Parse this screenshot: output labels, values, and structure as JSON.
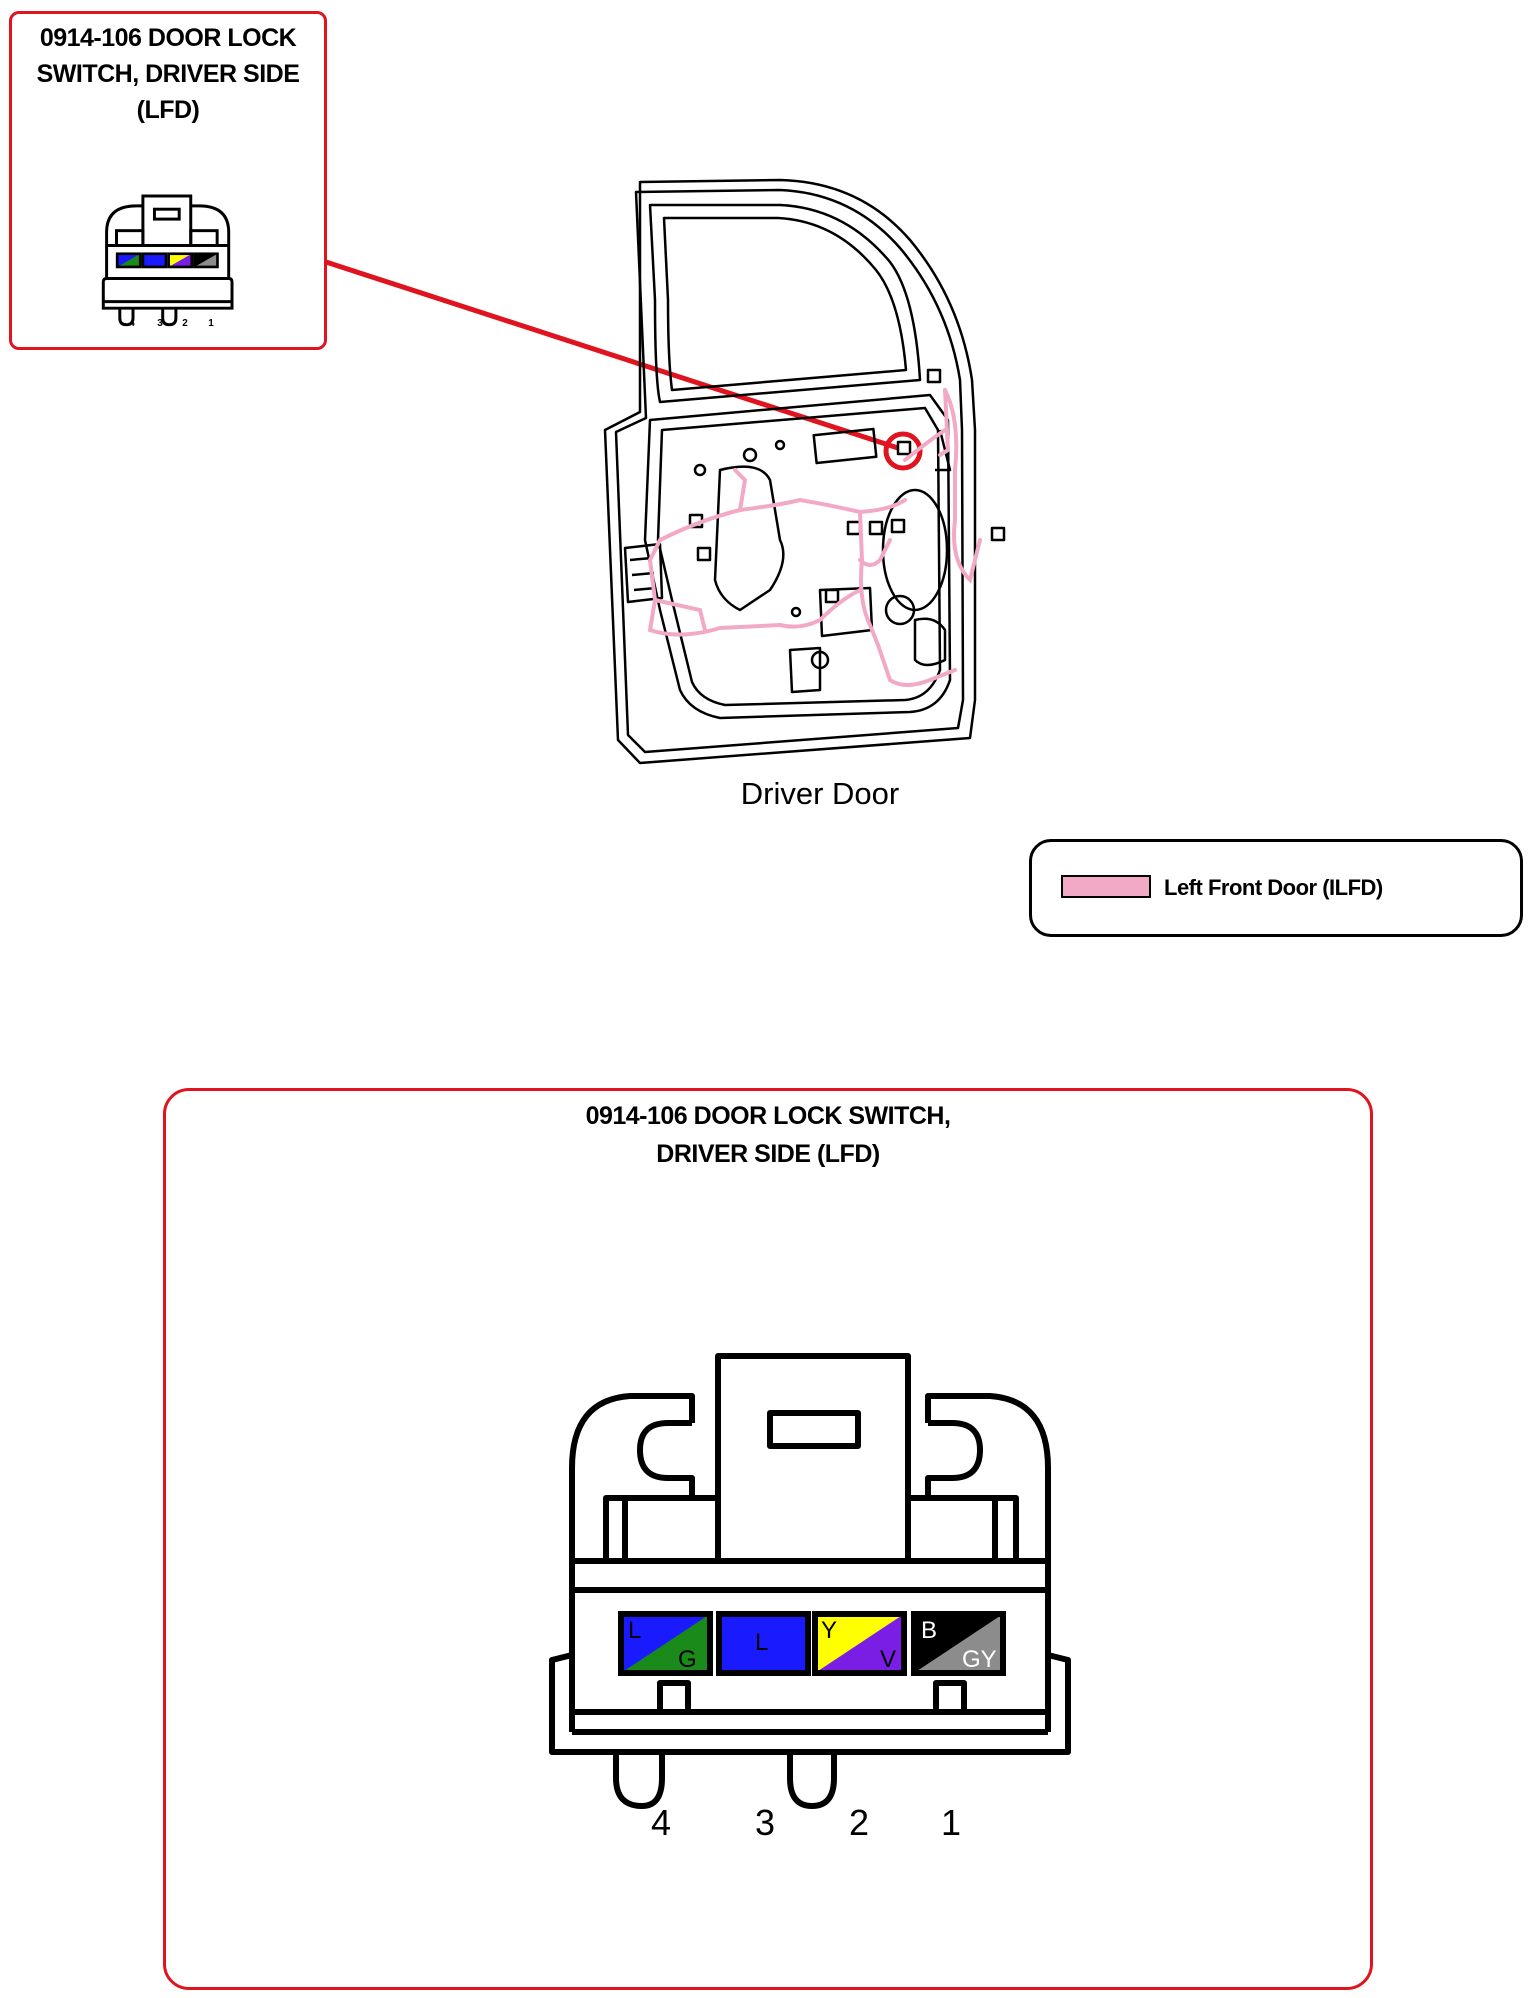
{
  "colors": {
    "callout_red": "#e0141e",
    "harness_pink": "#f2a9c6",
    "blue": "#1a1aff",
    "green": "#1a8a1a",
    "yellow": "#ffff00",
    "violet": "#7a1ee6",
    "black": "#000000",
    "gray": "#8c8c8c"
  },
  "top_callout": {
    "title_lines": [
      "0914-106 DOOR LOCK",
      "SWITCH, DRIVER SIDE",
      "(LFD)"
    ]
  },
  "door": {
    "caption": "Driver Door"
  },
  "legend": {
    "items": [
      {
        "label": "Left Front Door (ILFD)",
        "color": "#f2a9c6"
      }
    ]
  },
  "connector_detail": {
    "title_lines": [
      "0914-106 DOOR LOCK SWITCH,",
      "DRIVER SIDE (LFD)"
    ],
    "pins": [
      {
        "pin": "4",
        "top": "L",
        "bottom": "G",
        "top_color": "#1a1aff",
        "bottom_color": "#1a8a1a"
      },
      {
        "pin": "3",
        "top": "L",
        "bottom": "",
        "top_color": "#1a1aff",
        "bottom_color": "#1a1aff"
      },
      {
        "pin": "2",
        "top": "Y",
        "bottom": "V",
        "top_color": "#ffff00",
        "bottom_color": "#7a1ee6"
      },
      {
        "pin": "1",
        "top": "B",
        "bottom": "GY",
        "top_color": "#000000",
        "bottom_color": "#8c8c8c"
      }
    ]
  }
}
